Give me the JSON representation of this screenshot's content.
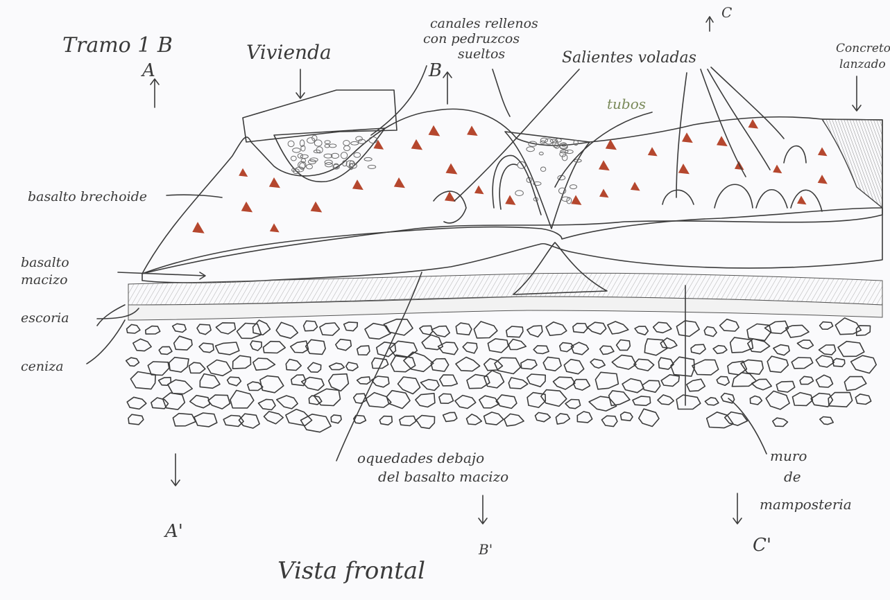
{
  "title": "Tramo 1 B",
  "footer": "Vista frontal",
  "sections": {
    "a": "A",
    "a_prime": "A'",
    "b": "B",
    "b_prime": "B'",
    "c": "C",
    "c_prime": "C'"
  },
  "labels": {
    "vivienda": "Vivienda",
    "canales": [
      "canales rellenos",
      "con pedruzcos",
      "sueltos"
    ],
    "salientes": "Salientes voladas",
    "concreto": [
      "Concreto",
      "lanzado"
    ],
    "tubos": "tubos",
    "basalto_brechoide": "basalto brechoide",
    "basalto_macizo": [
      "basalto",
      "macizo"
    ],
    "escoria": "escoria",
    "ceniza": "ceniza",
    "oquedades": [
      "oquedades debajo",
      "del basalto macizo"
    ],
    "muro": [
      "muro",
      "de",
      "mamposteria"
    ]
  },
  "colors": {
    "paper": "#fafafc",
    "pencil": "#3b3b3b",
    "basalt_brown": "#9a6a52",
    "clast_red": "#b5472e",
    "green_label": "#7a8a5a"
  }
}
